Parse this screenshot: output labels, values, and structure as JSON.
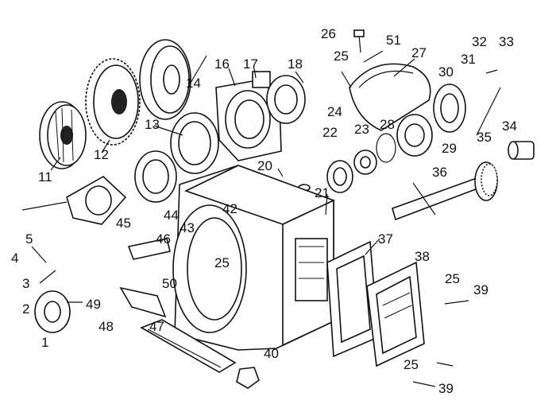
{
  "callouts": [
    {
      "id": "c1",
      "text": "1"
    },
    {
      "id": "c2",
      "text": "2"
    },
    {
      "id": "c3",
      "text": "3"
    },
    {
      "id": "c4",
      "text": "4"
    },
    {
      "id": "c5",
      "text": "5"
    },
    {
      "id": "c11",
      "text": "11"
    },
    {
      "id": "c12",
      "text": "12"
    },
    {
      "id": "c13",
      "text": "13"
    },
    {
      "id": "c14",
      "text": "14"
    },
    {
      "id": "c16",
      "text": "16"
    },
    {
      "id": "c17",
      "text": "17"
    },
    {
      "id": "c18",
      "text": "18"
    },
    {
      "id": "c20",
      "text": "20"
    },
    {
      "id": "c21",
      "text": "21"
    },
    {
      "id": "c22",
      "text": "22"
    },
    {
      "id": "c23",
      "text": "23"
    },
    {
      "id": "c24",
      "text": "24"
    },
    {
      "id": "c25a",
      "text": "25"
    },
    {
      "id": "c25b",
      "text": "25"
    },
    {
      "id": "c25c",
      "text": "25"
    },
    {
      "id": "c25d",
      "text": "25"
    },
    {
      "id": "c26",
      "text": "26"
    },
    {
      "id": "c27",
      "text": "27"
    },
    {
      "id": "c28",
      "text": "28"
    },
    {
      "id": "c29",
      "text": "29"
    },
    {
      "id": "c30",
      "text": "30"
    },
    {
      "id": "c31",
      "text": "31"
    },
    {
      "id": "c32",
      "text": "32"
    },
    {
      "id": "c33",
      "text": "33"
    },
    {
      "id": "c34",
      "text": "34"
    },
    {
      "id": "c35",
      "text": "35"
    },
    {
      "id": "c36",
      "text": "36"
    },
    {
      "id": "c37",
      "text": "37"
    },
    {
      "id": "c38",
      "text": "38"
    },
    {
      "id": "c39a",
      "text": "39"
    },
    {
      "id": "c39b",
      "text": "39"
    },
    {
      "id": "c40",
      "text": "40"
    },
    {
      "id": "c42",
      "text": "42"
    },
    {
      "id": "c43",
      "text": "43"
    },
    {
      "id": "c44",
      "text": "44"
    },
    {
      "id": "c45",
      "text": "45"
    },
    {
      "id": "c46",
      "text": "46"
    },
    {
      "id": "c47",
      "text": "47"
    },
    {
      "id": "c48",
      "text": "48"
    },
    {
      "id": "c49",
      "text": "49"
    },
    {
      "id": "c50",
      "text": "50"
    },
    {
      "id": "c51",
      "text": "51"
    }
  ]
}
